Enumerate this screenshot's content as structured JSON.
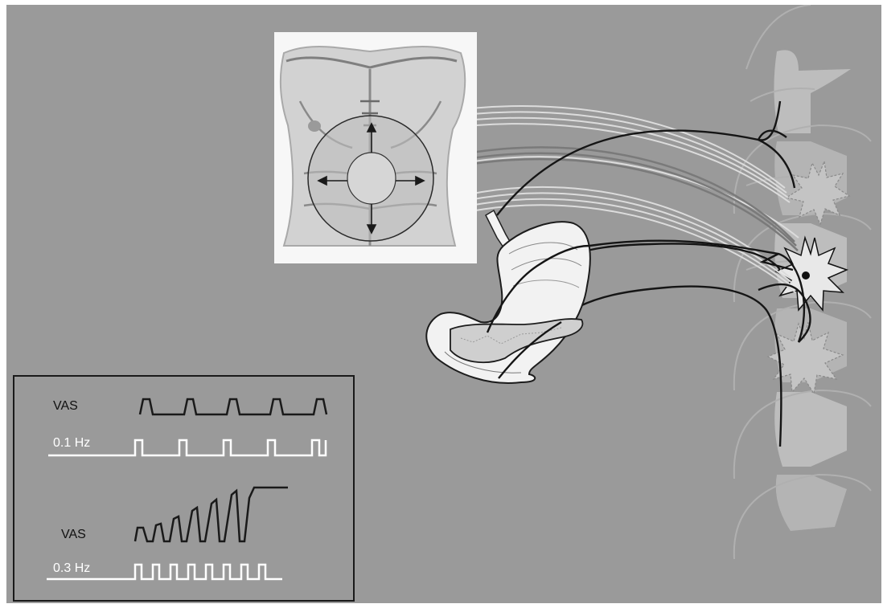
{
  "colors": {
    "background": "#9a9a9a",
    "panel_border": "#1a1a1a",
    "vas_trace": "#1a1a1a",
    "stim_trace": "#ffffff",
    "spine_shape": "#bdbdbd",
    "nerve_dark": "#151515",
    "nerve_light": "#dcdcdc"
  },
  "icons": {
    "torso": "abdominal-torso-illustration",
    "stomach": "stomach-pancreas-illustration",
    "spine": "spinal-cord-segments",
    "starbursts": "nociceptor-starburst-icon",
    "arrows": "stimulus-spread-arrow-icon"
  },
  "panel": {
    "trace_1": {
      "vas_label": "VAS",
      "freq_label": "0.1 Hz"
    },
    "trace_2": {
      "vas_label": "VAS",
      "freq_label": "0.3 Hz"
    }
  }
}
